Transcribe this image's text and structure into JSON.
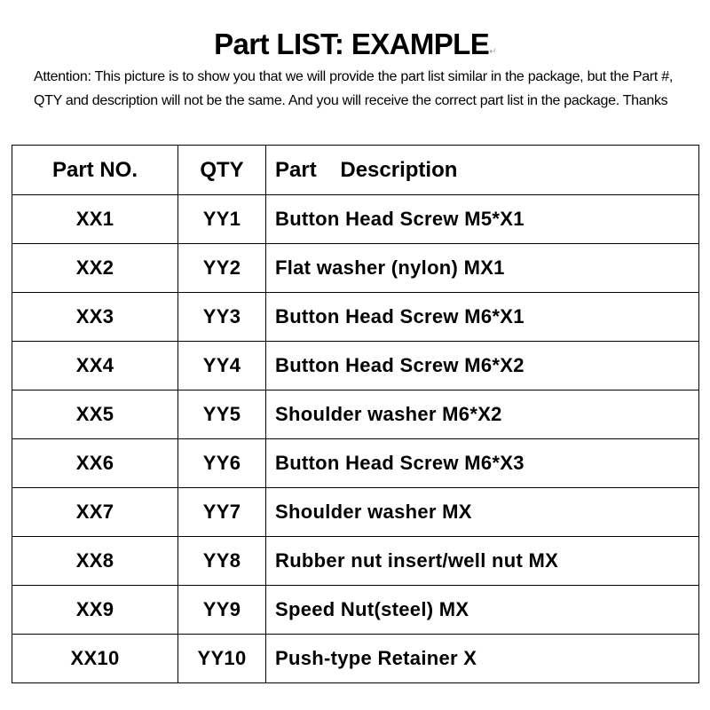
{
  "title": "Part LIST: EXAMPLE",
  "note": "Attention: This picture is to show you that we will provide the part list similar in the package, but the Part #, QTY and description will not be the same. And you will receive the correct part list in the package. Thanks",
  "table": {
    "headers": [
      "Part NO.",
      "QTY",
      "Part    Description"
    ],
    "rows": [
      [
        "XX1",
        "YY1",
        "Button Head Screw M5*X1"
      ],
      [
        "XX2",
        "YY2",
        "Flat washer (nylon) MX1"
      ],
      [
        "XX3",
        "YY3",
        "Button Head Screw M6*X1"
      ],
      [
        "XX4",
        "YY4",
        "Button Head Screw M6*X2"
      ],
      [
        "XX5",
        "YY5",
        "Shoulder washer M6*X2"
      ],
      [
        "XX6",
        "YY6",
        "Button Head Screw M6*X3"
      ],
      [
        "XX7",
        "YY7",
        "Shoulder washer MX"
      ],
      [
        "XX8",
        "YY8",
        "Rubber nut insert/well nut MX"
      ],
      [
        "XX9",
        "YY9",
        "Speed Nut(steel) MX"
      ],
      [
        "XX10",
        "YY10",
        "Push-type Retainer X"
      ]
    ]
  }
}
